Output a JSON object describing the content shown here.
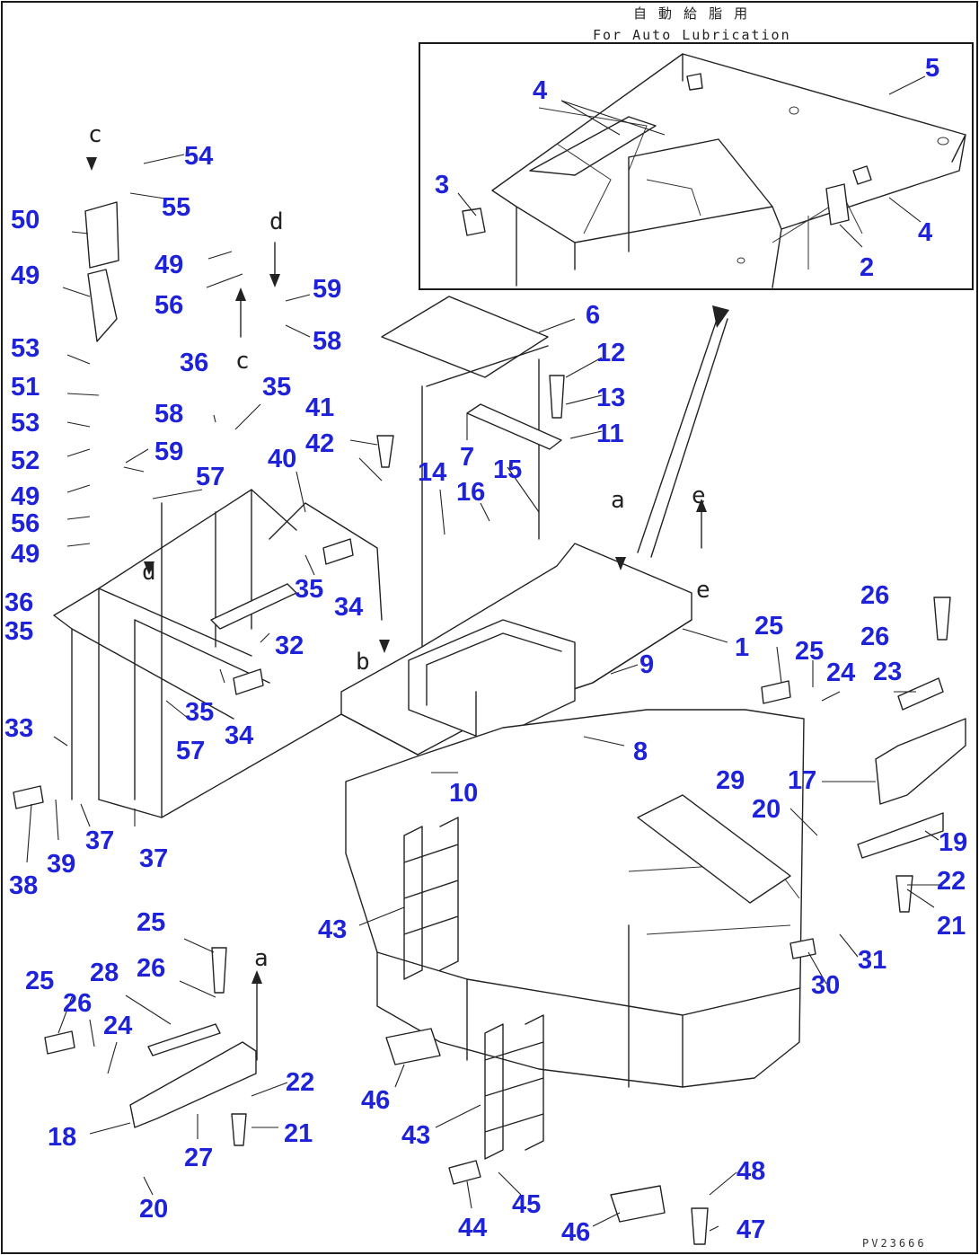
{
  "inset": {
    "title_jp": "自 動 給 脂 用",
    "title_en": "For Auto Lubrication"
  },
  "drawing_code": "PV23666",
  "view_refs": [
    "c",
    "d",
    "d",
    "c",
    "b",
    "e",
    "e",
    "a",
    "a"
  ],
  "callouts": [
    "5",
    "4",
    "3",
    "4",
    "2",
    "54",
    "55",
    "50",
    "49",
    "53",
    "51",
    "53",
    "52",
    "49",
    "56",
    "49",
    "36",
    "35",
    "49",
    "56",
    "59",
    "58",
    "36",
    "35",
    "58",
    "59",
    "57",
    "41",
    "42",
    "40",
    "35",
    "34",
    "32",
    "35",
    "34",
    "57",
    "33",
    "37",
    "37",
    "38",
    "39",
    "6",
    "12",
    "13",
    "11",
    "7",
    "14",
    "16",
    "15",
    "1",
    "9",
    "8",
    "10",
    "25",
    "26",
    "25",
    "26",
    "24",
    "23",
    "17",
    "29",
    "20",
    "19",
    "22",
    "21",
    "31",
    "30",
    "43",
    "46",
    "43",
    "44",
    "45",
    "46",
    "48",
    "47",
    "25",
    "26",
    "28",
    "25",
    "26",
    "24",
    "22",
    "21",
    "18",
    "27",
    "20"
  ]
}
